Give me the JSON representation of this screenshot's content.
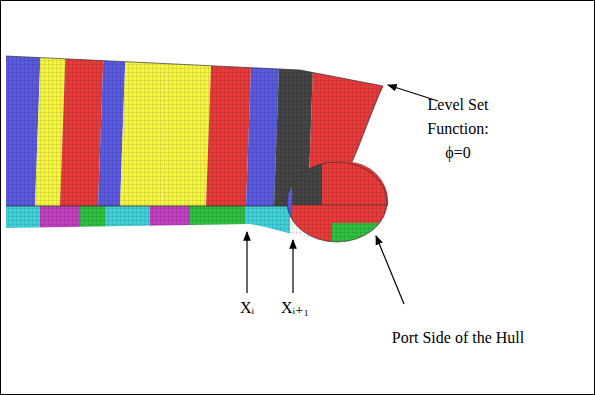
{
  "diagram": {
    "labels": [
      "Level Set Function: ϕ=0",
      "Xᵢ",
      "Xᵢ₊₁",
      "Port Side of the Hull"
    ]
  }
}
